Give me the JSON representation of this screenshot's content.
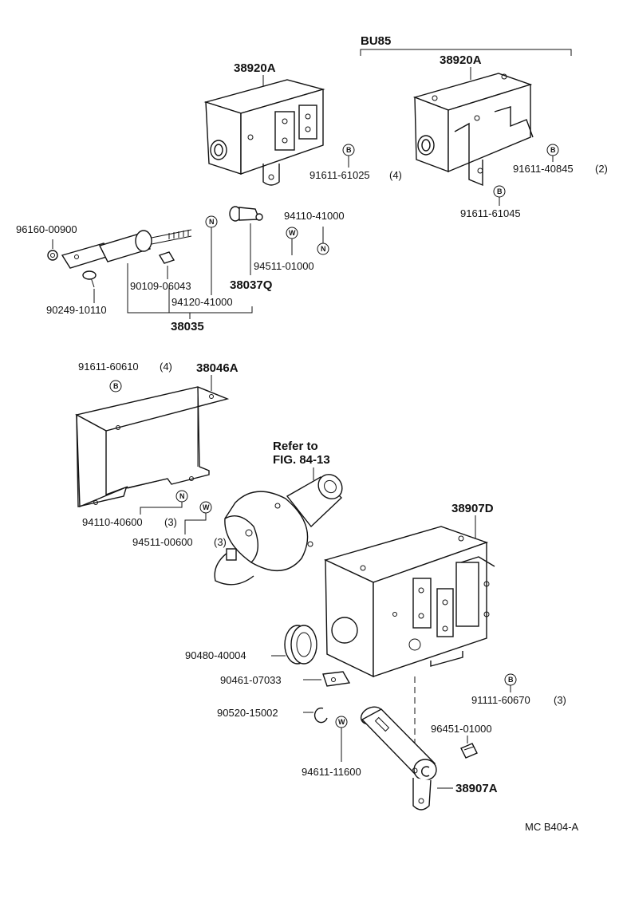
{
  "header": {
    "variant_label": "BU85"
  },
  "parts": {
    "p38920A_left": "38920A",
    "p38920A_right": "38920A",
    "p91611_61025": "91611-61025",
    "p91611_61025_qty": "(4)",
    "p91611_40845": "91611-40845",
    "p91611_40845_qty": "(2)",
    "p91611_61045": "91611-61045",
    "p96160_00900": "96160-00900",
    "p94110_41000": "94110-41000",
    "p94511_01000": "94511-01000",
    "p90109_06043": "90109-06043",
    "p38037Q": "38037Q",
    "p90249_10110": "90249-10110",
    "p94120_41000": "94120-41000",
    "p38035": "38035",
    "p91611_60610": "91611-60610",
    "p91611_60610_qty": "(4)",
    "p38046A": "38046A",
    "refer_line1": "Refer to",
    "refer_line2": "FIG. 84-13",
    "p94110_40600": "94110-40600",
    "p94110_40600_qty": "(3)",
    "p94511_00600": "94511-00600",
    "p94511_00600_qty": "(3)",
    "p38907D": "38907D",
    "p90480_40004": "90480-40004",
    "p90461_07033": "90461-07033",
    "p91111_60670": "91111-60670",
    "p91111_60670_qty": "(3)",
    "p90520_15002": "90520-15002",
    "p96451_01000": "96451-01000",
    "p94611_11600": "94611-11600",
    "p38907A": "38907A"
  },
  "symbols": {
    "bolt": "B",
    "nut": "N",
    "washer": "W"
  },
  "footer": {
    "code": "MC B404-A"
  }
}
